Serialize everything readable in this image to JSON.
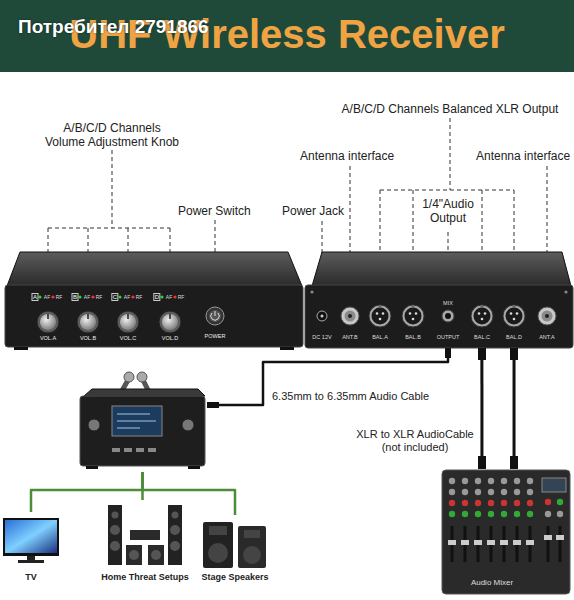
{
  "diagram": {
    "title": "UHF Wireless Receiver",
    "nodes": [
      {
        "text": [
          "A",
          "AF",
          "RF",
          "VOL.A",
          "B",
          "AF",
          "RF",
          "VOL.B",
          "C",
          "AF",
          "RF",
          "VOL.C",
          "D",
          "AF",
          "RF",
          "VOL.D",
          "POWER"
        ]
      },
      {
        "text": [
          "DC 12V",
          "ANT.B",
          "BAL.A",
          "BAL.B",
          "MIX",
          "OUTPUT",
          "BAL.C",
          "BAL.D",
          "ANT.A"
        ]
      },
      {
        "text": []
      },
      {
        "text": [
          "TV"
        ]
      },
      {
        "text": [
          "Home Threat Setups"
        ]
      },
      {
        "text": [
          "Stage Speakers"
        ]
      },
      {
        "text": [
          "Audio Mixer"
        ]
      }
    ],
    "edges": [
      {
        "from": 1,
        "to": 2,
        "label": "6.35mm to 6.35mm Audio Cable",
        "arrow": "none"
      },
      {
        "from": 1,
        "to": 6,
        "label": "XLR to XLR AudioCable (not included)",
        "arrow": "none"
      },
      {
        "from": 1,
        "to": 6,
        "arrow": "none"
      },
      {
        "from": 2,
        "to": 3,
        "arrow": "none"
      },
      {
        "from": 2,
        "to": 4,
        "arrow": "none"
      },
      {
        "from": 2,
        "to": 5,
        "arrow": "none"
      }
    ],
    "labels": [
      "Потребител 2791866",
      "A/B/C/D Channels Volume Adjustment Knob",
      "Power Switch",
      "A/B/C/D Channels Balanced XLR Output",
      "Antenna interface",
      "Antenna interface",
      "Power Jack",
      "1/4\"Audio Output"
    ]
  }
}
